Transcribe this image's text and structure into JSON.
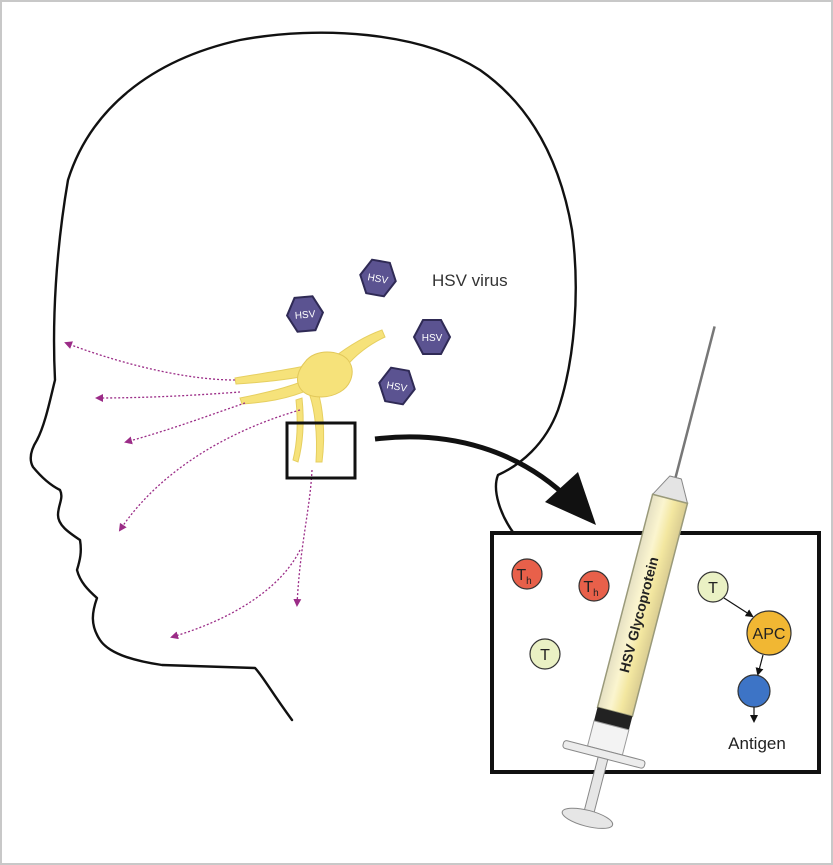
{
  "labels": {
    "virus_label": "HSV virus",
    "hsv_badge": "HSV",
    "syringe_label": "HSV Glycoprotein",
    "th_main": "T",
    "th_sub": "h",
    "t_cell": "T",
    "apc": "APC",
    "antigen": "Antigen"
  },
  "colors": {
    "virus": "#5b5391",
    "ganglion": "#f6e27a",
    "nerve_arrow": "#9b2c87",
    "th_cell": "#e8604a",
    "t_cell": "#eaf1c4",
    "apc": "#f1b733",
    "antigen": "#3d74c6"
  }
}
